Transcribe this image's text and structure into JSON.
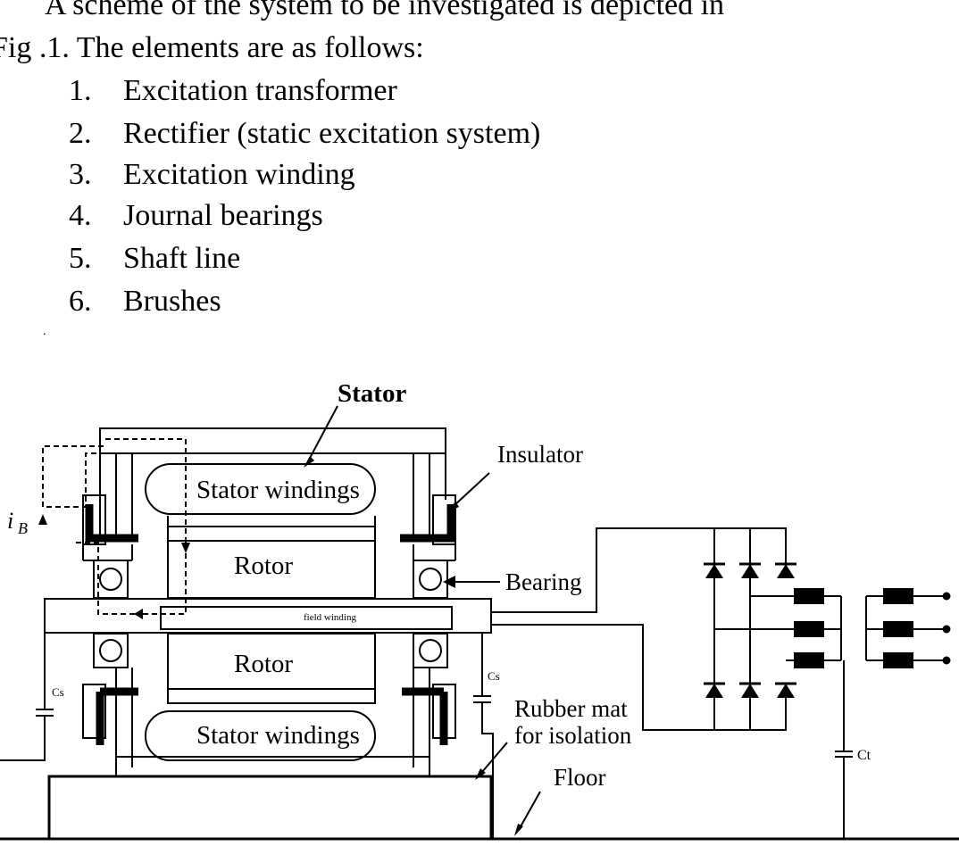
{
  "intro": {
    "line1": "A scheme of the system to be investigated is depicted in",
    "line2": "Fig .1. The elements are as follows:",
    "items": [
      {
        "num": "1.",
        "text": "Excitation transformer"
      },
      {
        "num": "2.",
        "text": "Rectifier (static excitation system)"
      },
      {
        "num": "3.",
        "text": "Excitation winding"
      },
      {
        "num": "4.",
        "text": "Journal bearings"
      },
      {
        "num": "5.",
        "text": "Shaft line"
      },
      {
        "num": "6.",
        "text": "Brushes"
      }
    ],
    "stray_mark": "."
  },
  "diagram": {
    "stator": "Stator",
    "insulator": "Insulator",
    "stator_windings_top": "Stator windings",
    "stator_windings_bottom": "Stator windings",
    "rotor_top": "Rotor",
    "rotor_bottom": "Rotor",
    "bearing": "Bearing",
    "field_winding": "field winding",
    "current_symbol": "i",
    "current_subscript": "B",
    "cs_left": "Cs",
    "cs_right": "Cs",
    "ct": "Ct",
    "rubber_mat_line1": "Rubber mat",
    "rubber_mat_line2": "for isolation",
    "floor": "Floor"
  }
}
